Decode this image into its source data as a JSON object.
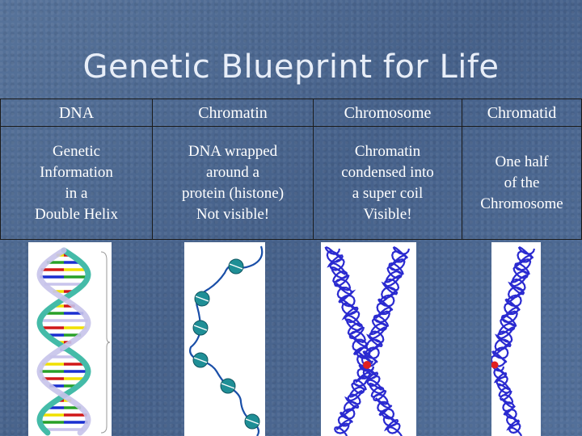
{
  "slide": {
    "title": "Genetic Blueprint for Life"
  },
  "table": {
    "headers": [
      "DNA",
      "Chromatin",
      "Chromosome",
      "Chromatid"
    ],
    "descriptions": [
      [
        "Genetic",
        "Information",
        "in a",
        "Double Helix"
      ],
      [
        "DNA wrapped",
        "around a",
        "protein (histone)",
        "Not visible!"
      ],
      [
        "Chromatin",
        "condensed into",
        "a super coil",
        "Visible!"
      ],
      [
        "One half",
        "of the",
        "Chromosome"
      ]
    ]
  },
  "colors": {
    "background": "#4f6b8f",
    "helix_strand": "#44bba8",
    "histone": "#1f8f96",
    "chromosome": "#2a2ad0",
    "centromere": "#e02020"
  },
  "illustrations": [
    "dna-double-helix",
    "chromatin-beads-on-string",
    "x-chromosome",
    "chromatid"
  ]
}
